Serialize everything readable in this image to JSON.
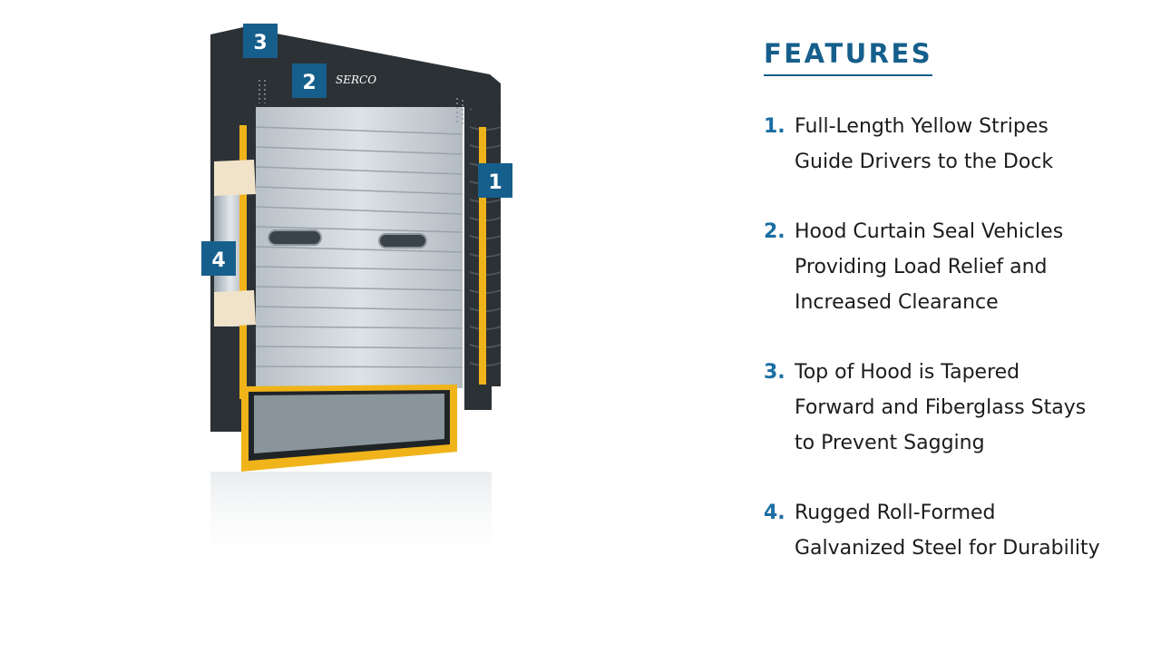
{
  "illustration": {
    "logo": "SERCO",
    "markers": [
      "1",
      "2",
      "3",
      "4"
    ],
    "colors": {
      "hood": "#2b3135",
      "stripe": "#f0b31a",
      "door": "#cdd3d8",
      "marker": "#165f8c",
      "pad": "#f1e3c9"
    }
  },
  "features": {
    "heading": "FEATURES",
    "items": [
      {
        "number": "1.",
        "text": "Full-Length Yellow Stripes\nGuide Drivers to the Dock"
      },
      {
        "number": "2.",
        "text": "Hood Curtain Seal Vehicles\nProviding Load Relief and\nIncreased Clearance"
      },
      {
        "number": "3.",
        "text": "Top of Hood is Tapered\nForward and Fiberglass Stays\nto Prevent Sagging"
      },
      {
        "number": "4.",
        "text": "Rugged Roll-Formed\nGalvanized Steel for Durability"
      }
    ]
  }
}
